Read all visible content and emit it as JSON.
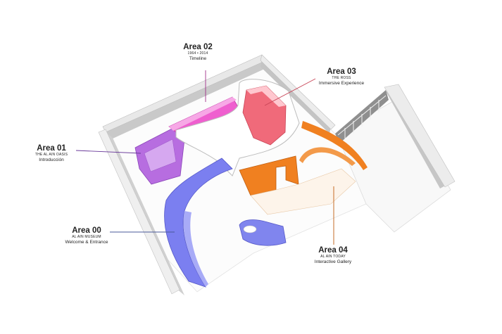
{
  "areas": [
    {
      "id": "area-00",
      "title": "Area 00",
      "subtitle": "AL AIN MUSEUM",
      "description": "Welcome & Entrance",
      "color": "#7b7ff0"
    },
    {
      "id": "area-01",
      "title": "Area 01",
      "subtitle": "THE AL AIN OASIS",
      "description": "Introducción",
      "color": "#b56ee0"
    },
    {
      "id": "area-02",
      "title": "Area 02",
      "subtitle": "1964 • 2014",
      "description": "Timeline",
      "color": "#ef5fcf"
    },
    {
      "id": "area-03",
      "title": "Area 03",
      "subtitle": "THE ROSS",
      "description": "Immersive Experience",
      "color": "#f06a7a"
    },
    {
      "id": "area-04",
      "title": "Area 04",
      "subtitle": "AL AIN TODAY",
      "description": "Interactive Gallery",
      "color": "#f08020"
    }
  ],
  "colors": {
    "wall_top": "#f3f3f3",
    "wall_side": "#cfcfcf",
    "floor": "#fcfcfc",
    "leader_line": "#4a5a9a"
  }
}
